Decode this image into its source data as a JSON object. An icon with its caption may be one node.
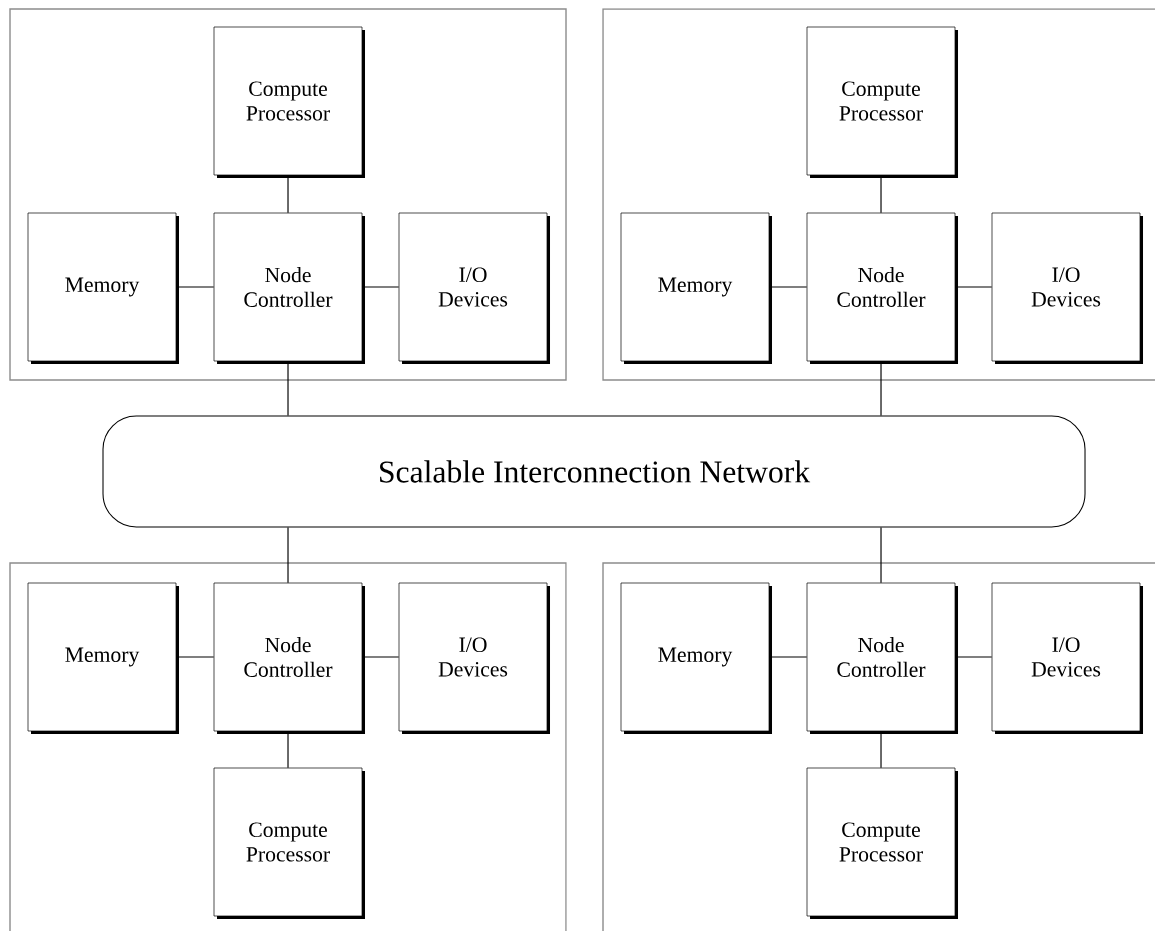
{
  "diagram": {
    "nodes": [
      {
        "text": [],
        "shape": "box"
      },
      {
        "text": [
          "Compute Processor"
        ],
        "in": 0
      },
      {
        "text": [
          "Memory"
        ],
        "in": 0
      },
      {
        "text": [
          "Node Controller"
        ],
        "in": 0
      },
      {
        "text": [
          "I/O Devices"
        ],
        "in": 0
      },
      {
        "text": [],
        "shape": "box"
      },
      {
        "text": [
          "Compute Processor"
        ],
        "in": 5
      },
      {
        "text": [
          "Memory"
        ],
        "in": 5
      },
      {
        "text": [
          "Node Controller"
        ],
        "in": 5
      },
      {
        "text": [
          "I/O Devices"
        ],
        "in": 5
      },
      {
        "text": [
          "Scalable Interconnection Network"
        ]
      },
      {
        "text": [],
        "shape": "box"
      },
      {
        "text": [
          "Memory"
        ],
        "in": 11
      },
      {
        "text": [
          "Node Controller"
        ],
        "in": 11
      },
      {
        "text": [
          "I/O Devices"
        ],
        "in": 11
      },
      {
        "text": [
          "Compute Processor"
        ],
        "in": 11
      },
      {
        "text": [],
        "shape": "box"
      },
      {
        "text": [
          "Memory"
        ],
        "in": 16
      },
      {
        "text": [
          "Node Controller"
        ],
        "in": 16
      },
      {
        "text": [
          "I/O Devices"
        ],
        "in": 16
      },
      {
        "text": [
          "Compute Processor"
        ],
        "in": 16
      }
    ],
    "edges": [
      {
        "from": 1,
        "to": 3,
        "arrow": "none"
      },
      {
        "from": 2,
        "to": 3,
        "arrow": "none"
      },
      {
        "from": 3,
        "to": 4,
        "arrow": "none"
      },
      {
        "from": 3,
        "to": 10,
        "arrow": "none"
      },
      {
        "from": 6,
        "to": 8,
        "arrow": "none"
      },
      {
        "from": 7,
        "to": 8,
        "arrow": "none"
      },
      {
        "from": 8,
        "to": 9,
        "arrow": "none"
      },
      {
        "from": 8,
        "to": 10,
        "arrow": "none"
      },
      {
        "from": 10,
        "to": 13,
        "arrow": "none"
      },
      {
        "from": 12,
        "to": 13,
        "arrow": "none"
      },
      {
        "from": 13,
        "to": 14,
        "arrow": "none"
      },
      {
        "from": 13,
        "to": 15,
        "arrow": "none"
      },
      {
        "from": 10,
        "to": 18,
        "arrow": "none"
      },
      {
        "from": 17,
        "to": 18,
        "arrow": "none"
      },
      {
        "from": 18,
        "to": 19,
        "arrow": "none"
      },
      {
        "from": 18,
        "to": 20,
        "arrow": "none"
      }
    ]
  }
}
